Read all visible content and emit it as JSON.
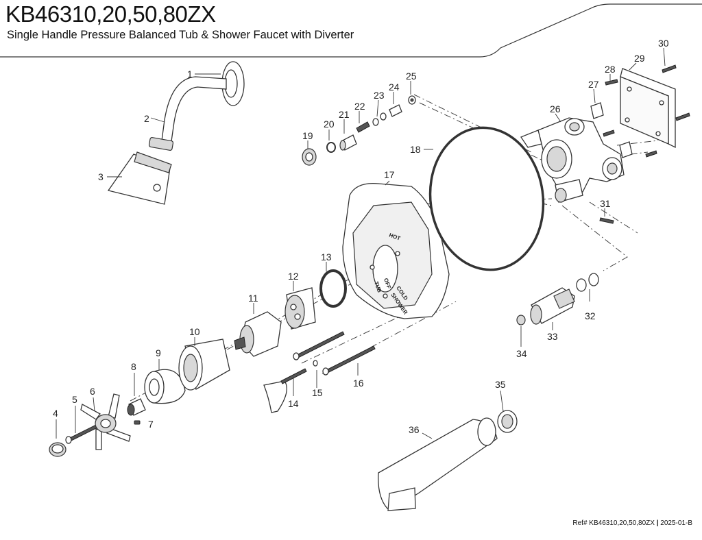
{
  "title": "KB46310,20,50,80ZX",
  "subtitle": "Single Handle Pressure Balanced Tub & Shower Faucet with Diverter",
  "reference": {
    "prefix": "Ref# KB46310,20,50,80ZX",
    "separator": "|",
    "date": "2025-01-B"
  },
  "dial_labels": {
    "hot": "HOT",
    "off": "OFF",
    "tub": "TUB",
    "cold": "COLD",
    "shower": "SHOWER"
  },
  "callouts": [
    "1",
    "2",
    "3",
    "4",
    "5",
    "6",
    "7",
    "8",
    "9",
    "10",
    "11",
    "12",
    "13",
    "14",
    "15",
    "16",
    "17",
    "18",
    "19",
    "20",
    "21",
    "22",
    "23",
    "24",
    "25",
    "26",
    "27",
    "28",
    "29",
    "30",
    "31",
    "32",
    "33",
    "34",
    "35",
    "36"
  ]
}
